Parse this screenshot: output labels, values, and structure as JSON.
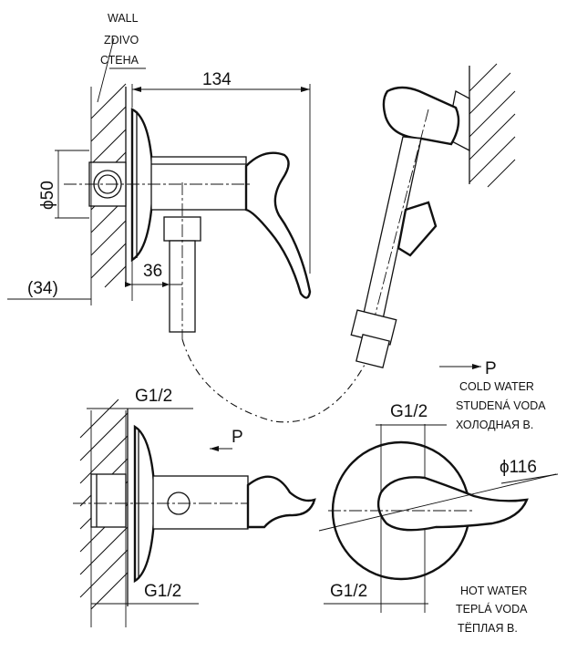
{
  "wall_label": {
    "line1": "WALL",
    "line2": "ZDIVO",
    "line3": "СТЕНА"
  },
  "dimensions": {
    "length": "134",
    "diameter_body": "ϕ50",
    "offset": "(34)",
    "outlet_offset": "36",
    "thread_top": "G1/2",
    "thread_side_bottom": "G1/2",
    "thread_front_top": "G1/2",
    "thread_front_bottom": "G1/2",
    "diameter_plate": "ϕ116"
  },
  "pressure": {
    "symbol_side": "P",
    "symbol_front": "P"
  },
  "cold_water": {
    "line1": "COLD WATER",
    "line2": "STUDENÁ VODA",
    "line3": "ХОЛОДНАЯ В."
  },
  "hot_water": {
    "line1": "HOT WATER",
    "line2": "TEPLÁ VODA",
    "line3": "ТЁПЛАЯ В."
  }
}
